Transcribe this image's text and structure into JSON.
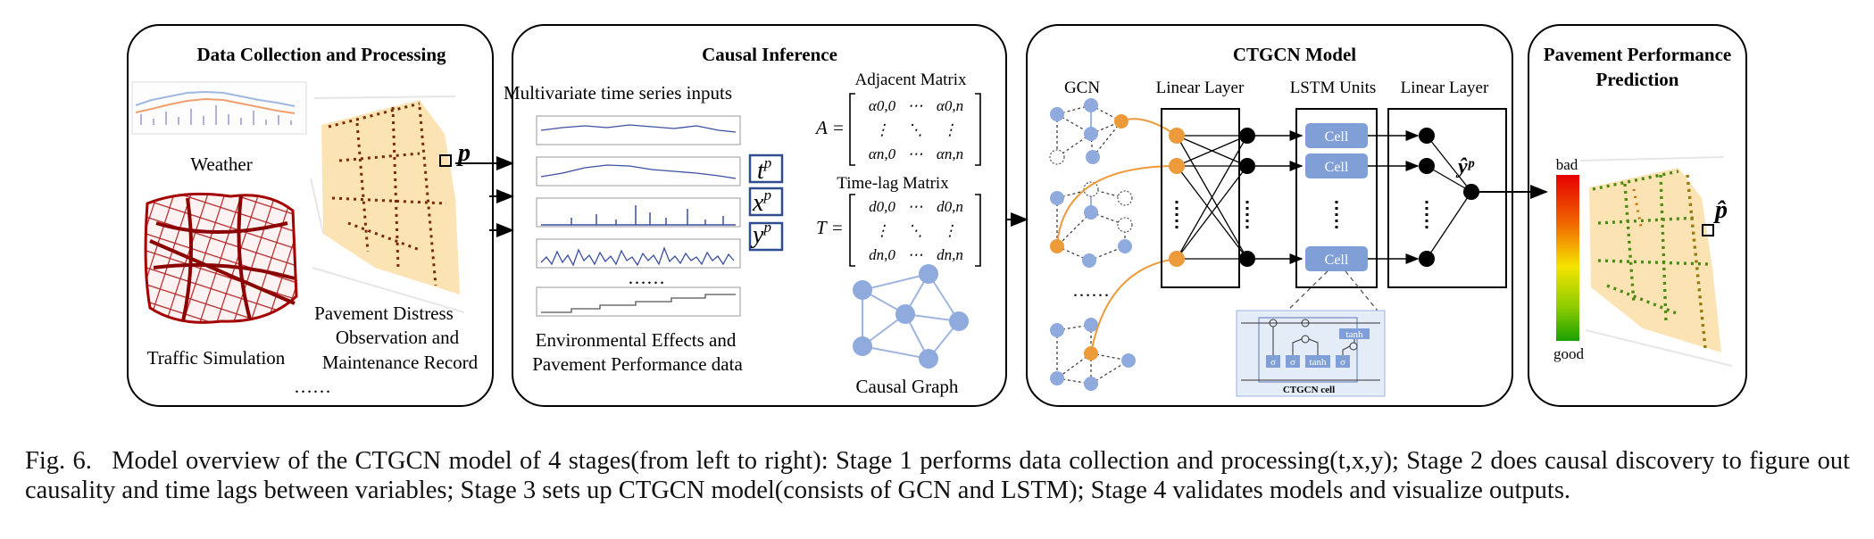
{
  "figure": {
    "stage1": {
      "title": "Data Collection and Processing",
      "weather": "Weather",
      "traffic": "Traffic Simulation",
      "distress_line1": "Pavement Distress",
      "distress_line2": "Observation and",
      "distress_line3": "Maintenance Record",
      "ellipsis": "……",
      "point_label": "p"
    },
    "stage2": {
      "title": "Causal Inference",
      "inputs_title": "Multivariate time series inputs",
      "ts_ellipsis": "……",
      "env_line1": "Environmental Effects and",
      "env_line2": "Pavement Performance data",
      "var_t": "t",
      "var_x": "x",
      "var_y": "y",
      "sup_p": "p",
      "adj_title": "Adjacent Matrix",
      "adj_symbol": "A",
      "adj_cells": [
        "α0,0",
        "⋯",
        "α0,n",
        "⋮",
        "⋱",
        "⋮",
        "αn,0",
        "⋯",
        "αn,n"
      ],
      "lag_title": "Time-lag Matrix",
      "lag_symbol": "T",
      "lag_cells": [
        "d0,0",
        "⋯",
        "d0,n",
        "⋮",
        "⋱",
        "⋮",
        "dn,0",
        "⋯",
        "dn,n"
      ],
      "graph_label": "Causal Graph"
    },
    "stage3": {
      "title": "CTGCN Model",
      "gcn_label": "GCN",
      "linear_label_1": "Linear Layer",
      "lstm_label": "LSTM Units",
      "linear_label_2": "Linear Layer",
      "cell_label": "Cell",
      "output_label": "ŷᵖ",
      "gcn_ellipsis": "……",
      "cell_box_title": "CTGCN cell",
      "cell_tanh": "tanh",
      "cell_sigma": "σ"
    },
    "stage4": {
      "title_line1": "Pavement Performance",
      "title_line2": "Prediction",
      "legend_top": "bad",
      "legend_bottom": "good",
      "point_label": "p̂"
    },
    "colors": {
      "node_blue": "#8faadc",
      "node_orange": "#ed9a3a",
      "cell_blue": "#7f9fd6",
      "region_fill": "#fbe3b4",
      "road_red": "#a50000",
      "series_blue": "#3a4fa0"
    }
  },
  "caption": {
    "label": "Fig. 6.",
    "text": "Model overview of the CTGCN model of 4 stages(from left to right): Stage 1 performs data collection and processing(t,x,y); Stage 2 does causal discovery to figure out causality and time lags between variables; Stage 3 sets up CTGCN model(consists of GCN and LSTM); Stage 4 validates models and visualize outputs."
  }
}
